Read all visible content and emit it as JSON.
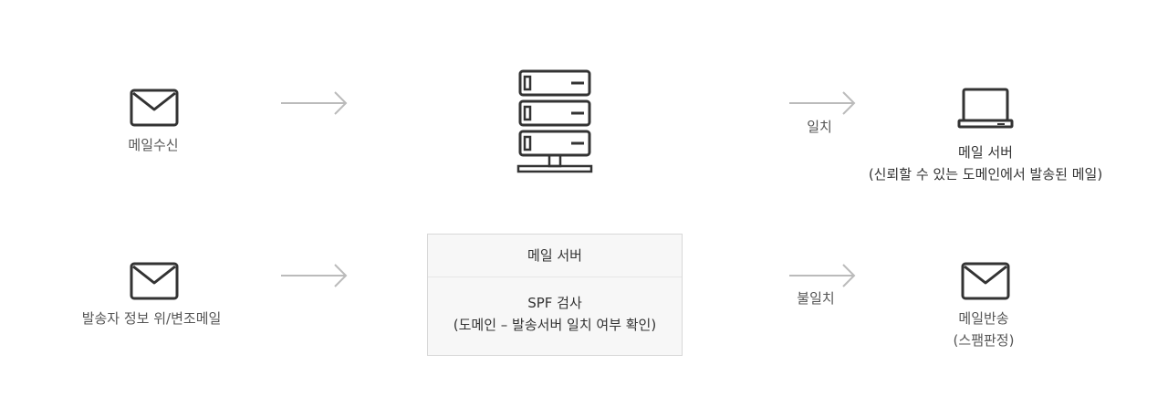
{
  "rows": {
    "top": {
      "source_label": "메일수신",
      "match_label": "일치",
      "dest_title": "메일 서버",
      "dest_subtitle": "(신뢰할 수 있는 도메인에서 발송된 메일)"
    },
    "bottom": {
      "source_label": "발송자 정보 위/변조메일",
      "mismatch_label": "불일치",
      "dest_title": "메일반송",
      "dest_subtitle": "(스팸판정)"
    }
  },
  "center_box": {
    "title": "메일 서버",
    "check_title": "SPF 검사",
    "check_detail": "(도메인 – 발송서버 일치 여부 확인)"
  },
  "icons": {
    "mail_in": "envelope-icon",
    "server": "server-rack-icon",
    "laptop": "laptop-icon",
    "mail_forged": "envelope-icon",
    "mail_bounce": "envelope-icon",
    "arrow": "arrow-right-icon"
  },
  "colors": {
    "icon_stroke": "#333333",
    "arrow": "#bbbbbb",
    "box_bg": "#f7f7f7",
    "box_border": "#d8d8d8"
  }
}
